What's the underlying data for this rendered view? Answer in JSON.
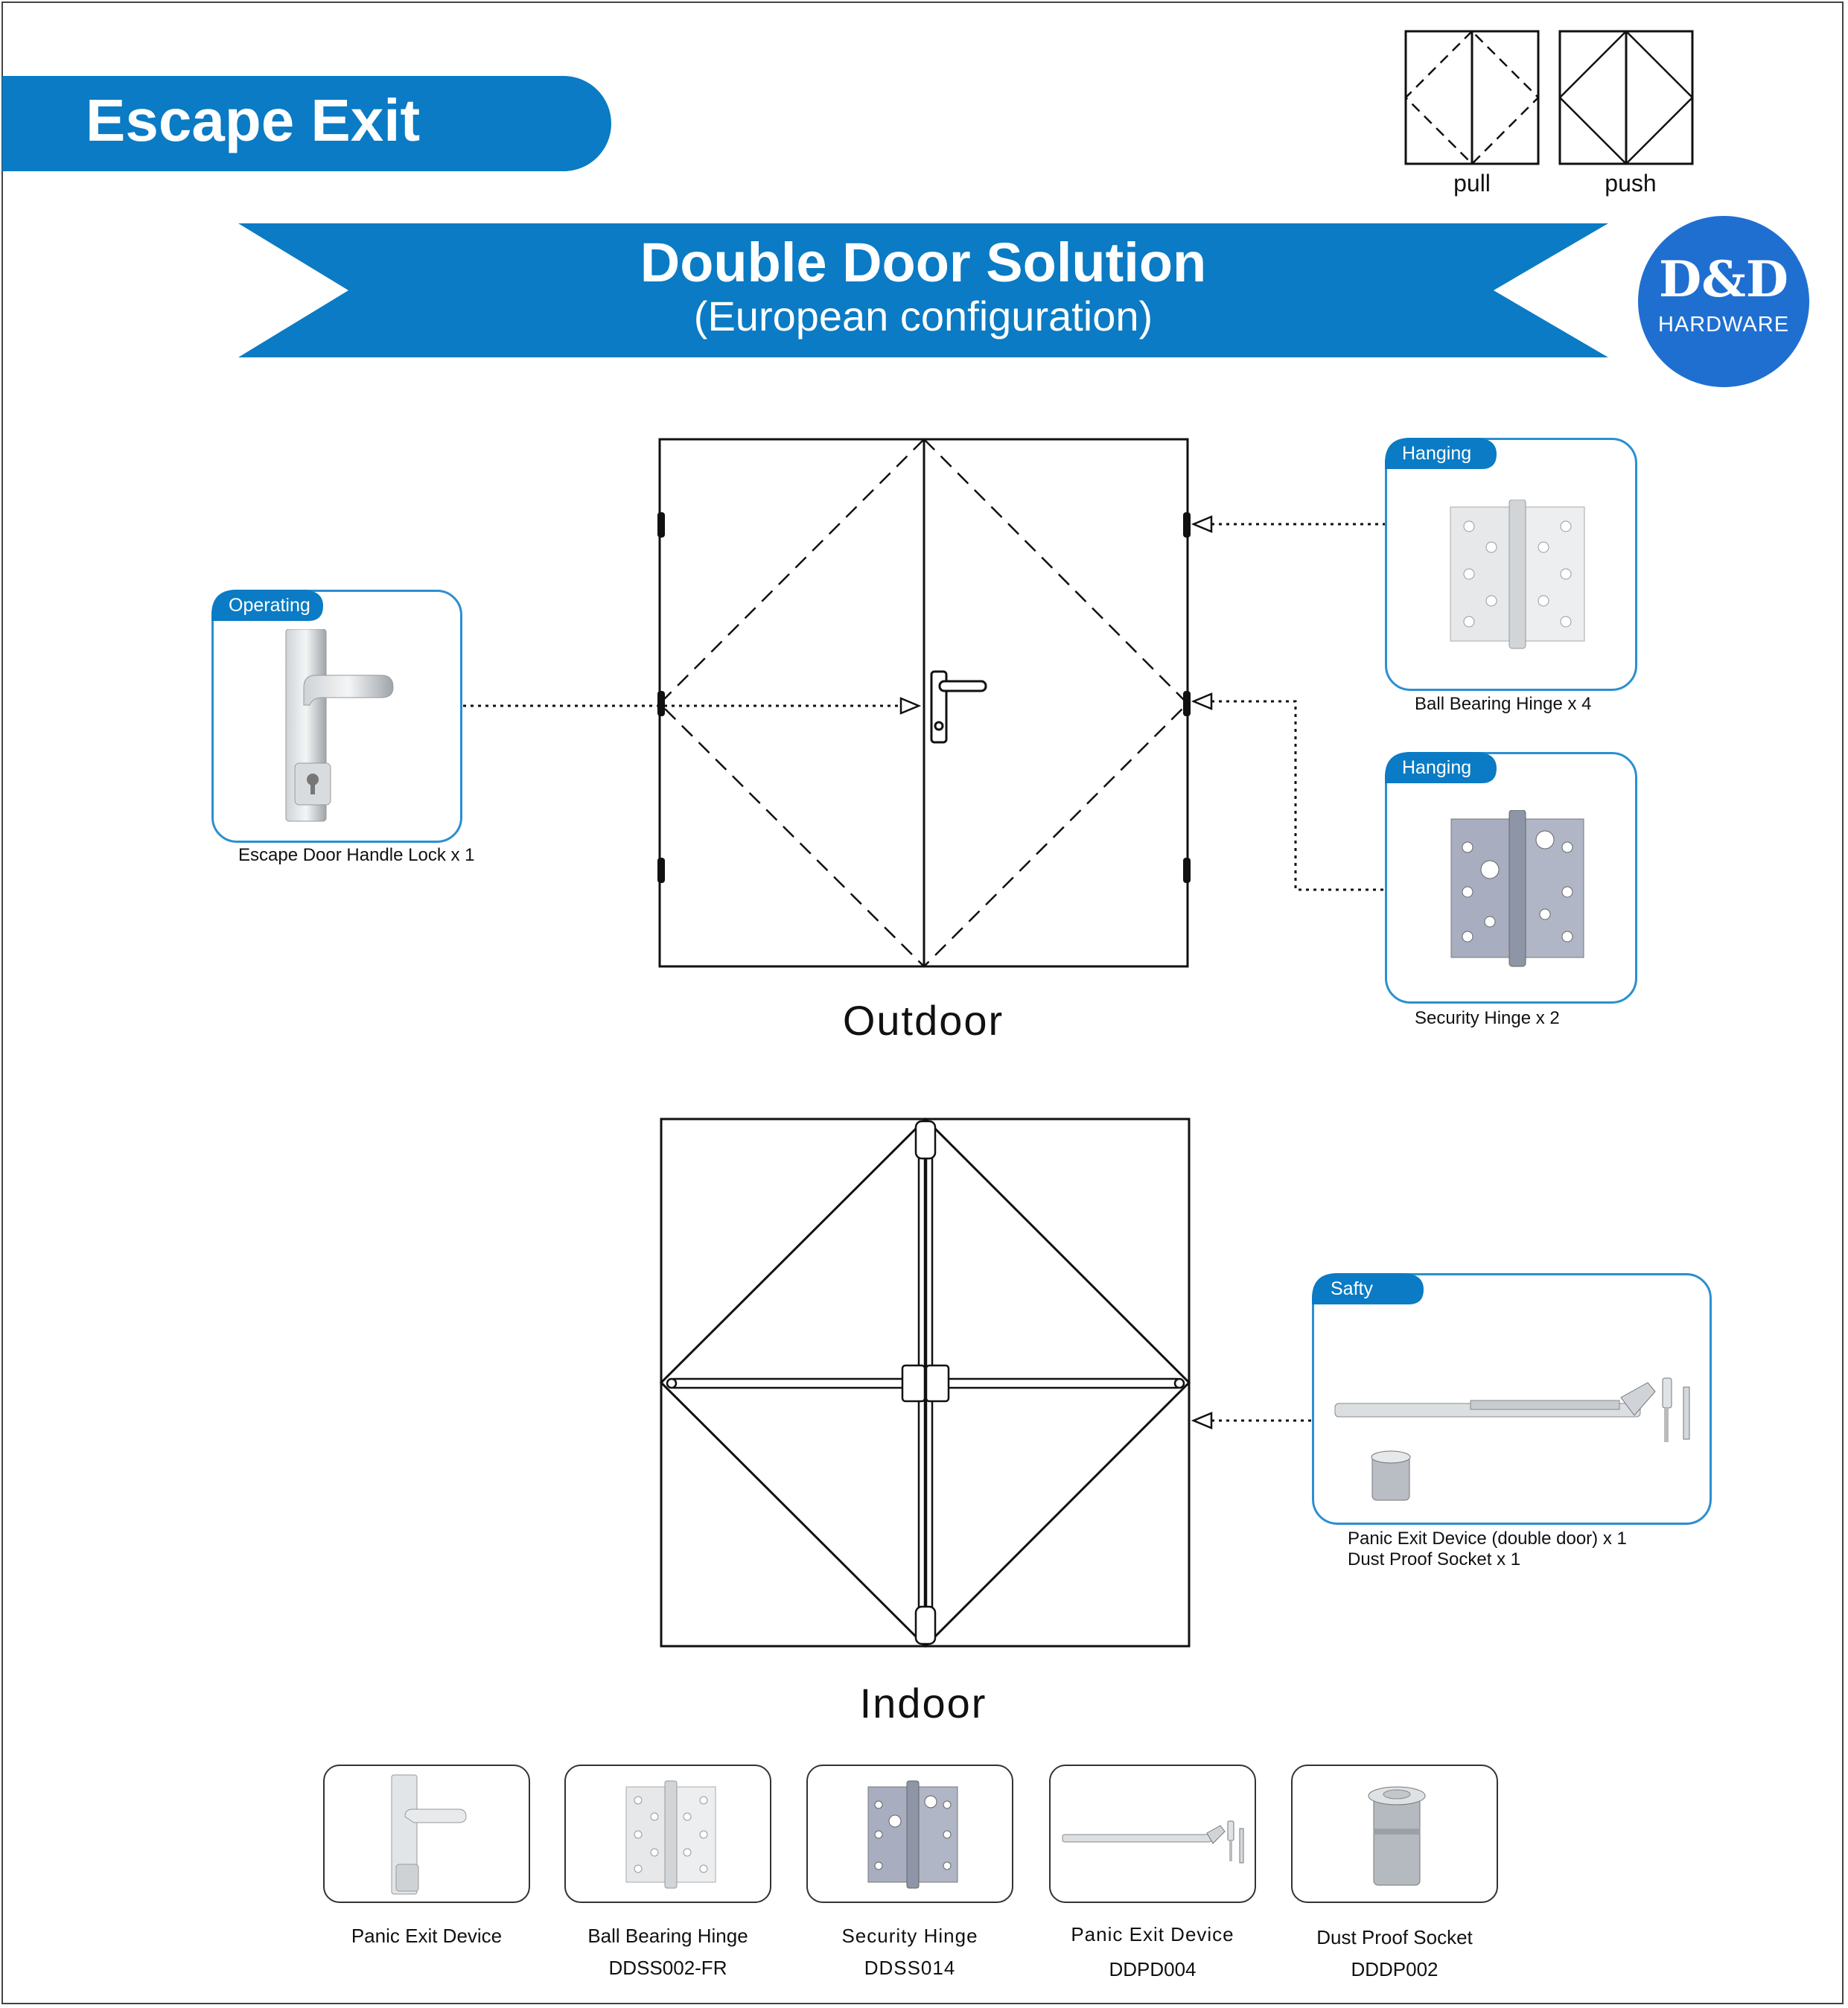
{
  "header": {
    "title": "Escape Exit"
  },
  "legend": {
    "pull_label": "pull",
    "push_label": "push"
  },
  "banner": {
    "title": "Double Door Solution",
    "subtitle": "(European configuration)"
  },
  "logo": {
    "mark": "D&D",
    "word": "HARDWARE"
  },
  "diagrams": {
    "outdoor_label": "Outdoor",
    "indoor_label": "Indoor"
  },
  "callouts": {
    "operating": {
      "tag": "Operating",
      "caption": "Escape Door Handle Lock  x 1"
    },
    "hinge_ball": {
      "tag": "Hanging",
      "caption": "Ball Bearing Hinge x 4"
    },
    "hinge_security": {
      "tag": "Hanging",
      "caption": "Security Hinge x 2"
    },
    "safety": {
      "tag": "Safty",
      "caption_line1": "Panic  Exit  Device (double  door)  x 1",
      "caption_line2": "Dust  Proof Socket  x 1"
    }
  },
  "products": [
    {
      "name": "Panic Exit Device",
      "code": ""
    },
    {
      "name": "Ball Bearing Hinge",
      "code": "DDSS002-FR"
    },
    {
      "name": "Security Hinge",
      "code": "DDSS014"
    },
    {
      "name": "Panic Exit Device",
      "code": "DDPD004"
    },
    {
      "name": "Dust Proof Socket",
      "code": "DDDP002"
    }
  ],
  "colors": {
    "brand_blue": "#0a7bc4",
    "logo_blue": "#1f6fd1",
    "card_border": "#2b8fd0"
  }
}
